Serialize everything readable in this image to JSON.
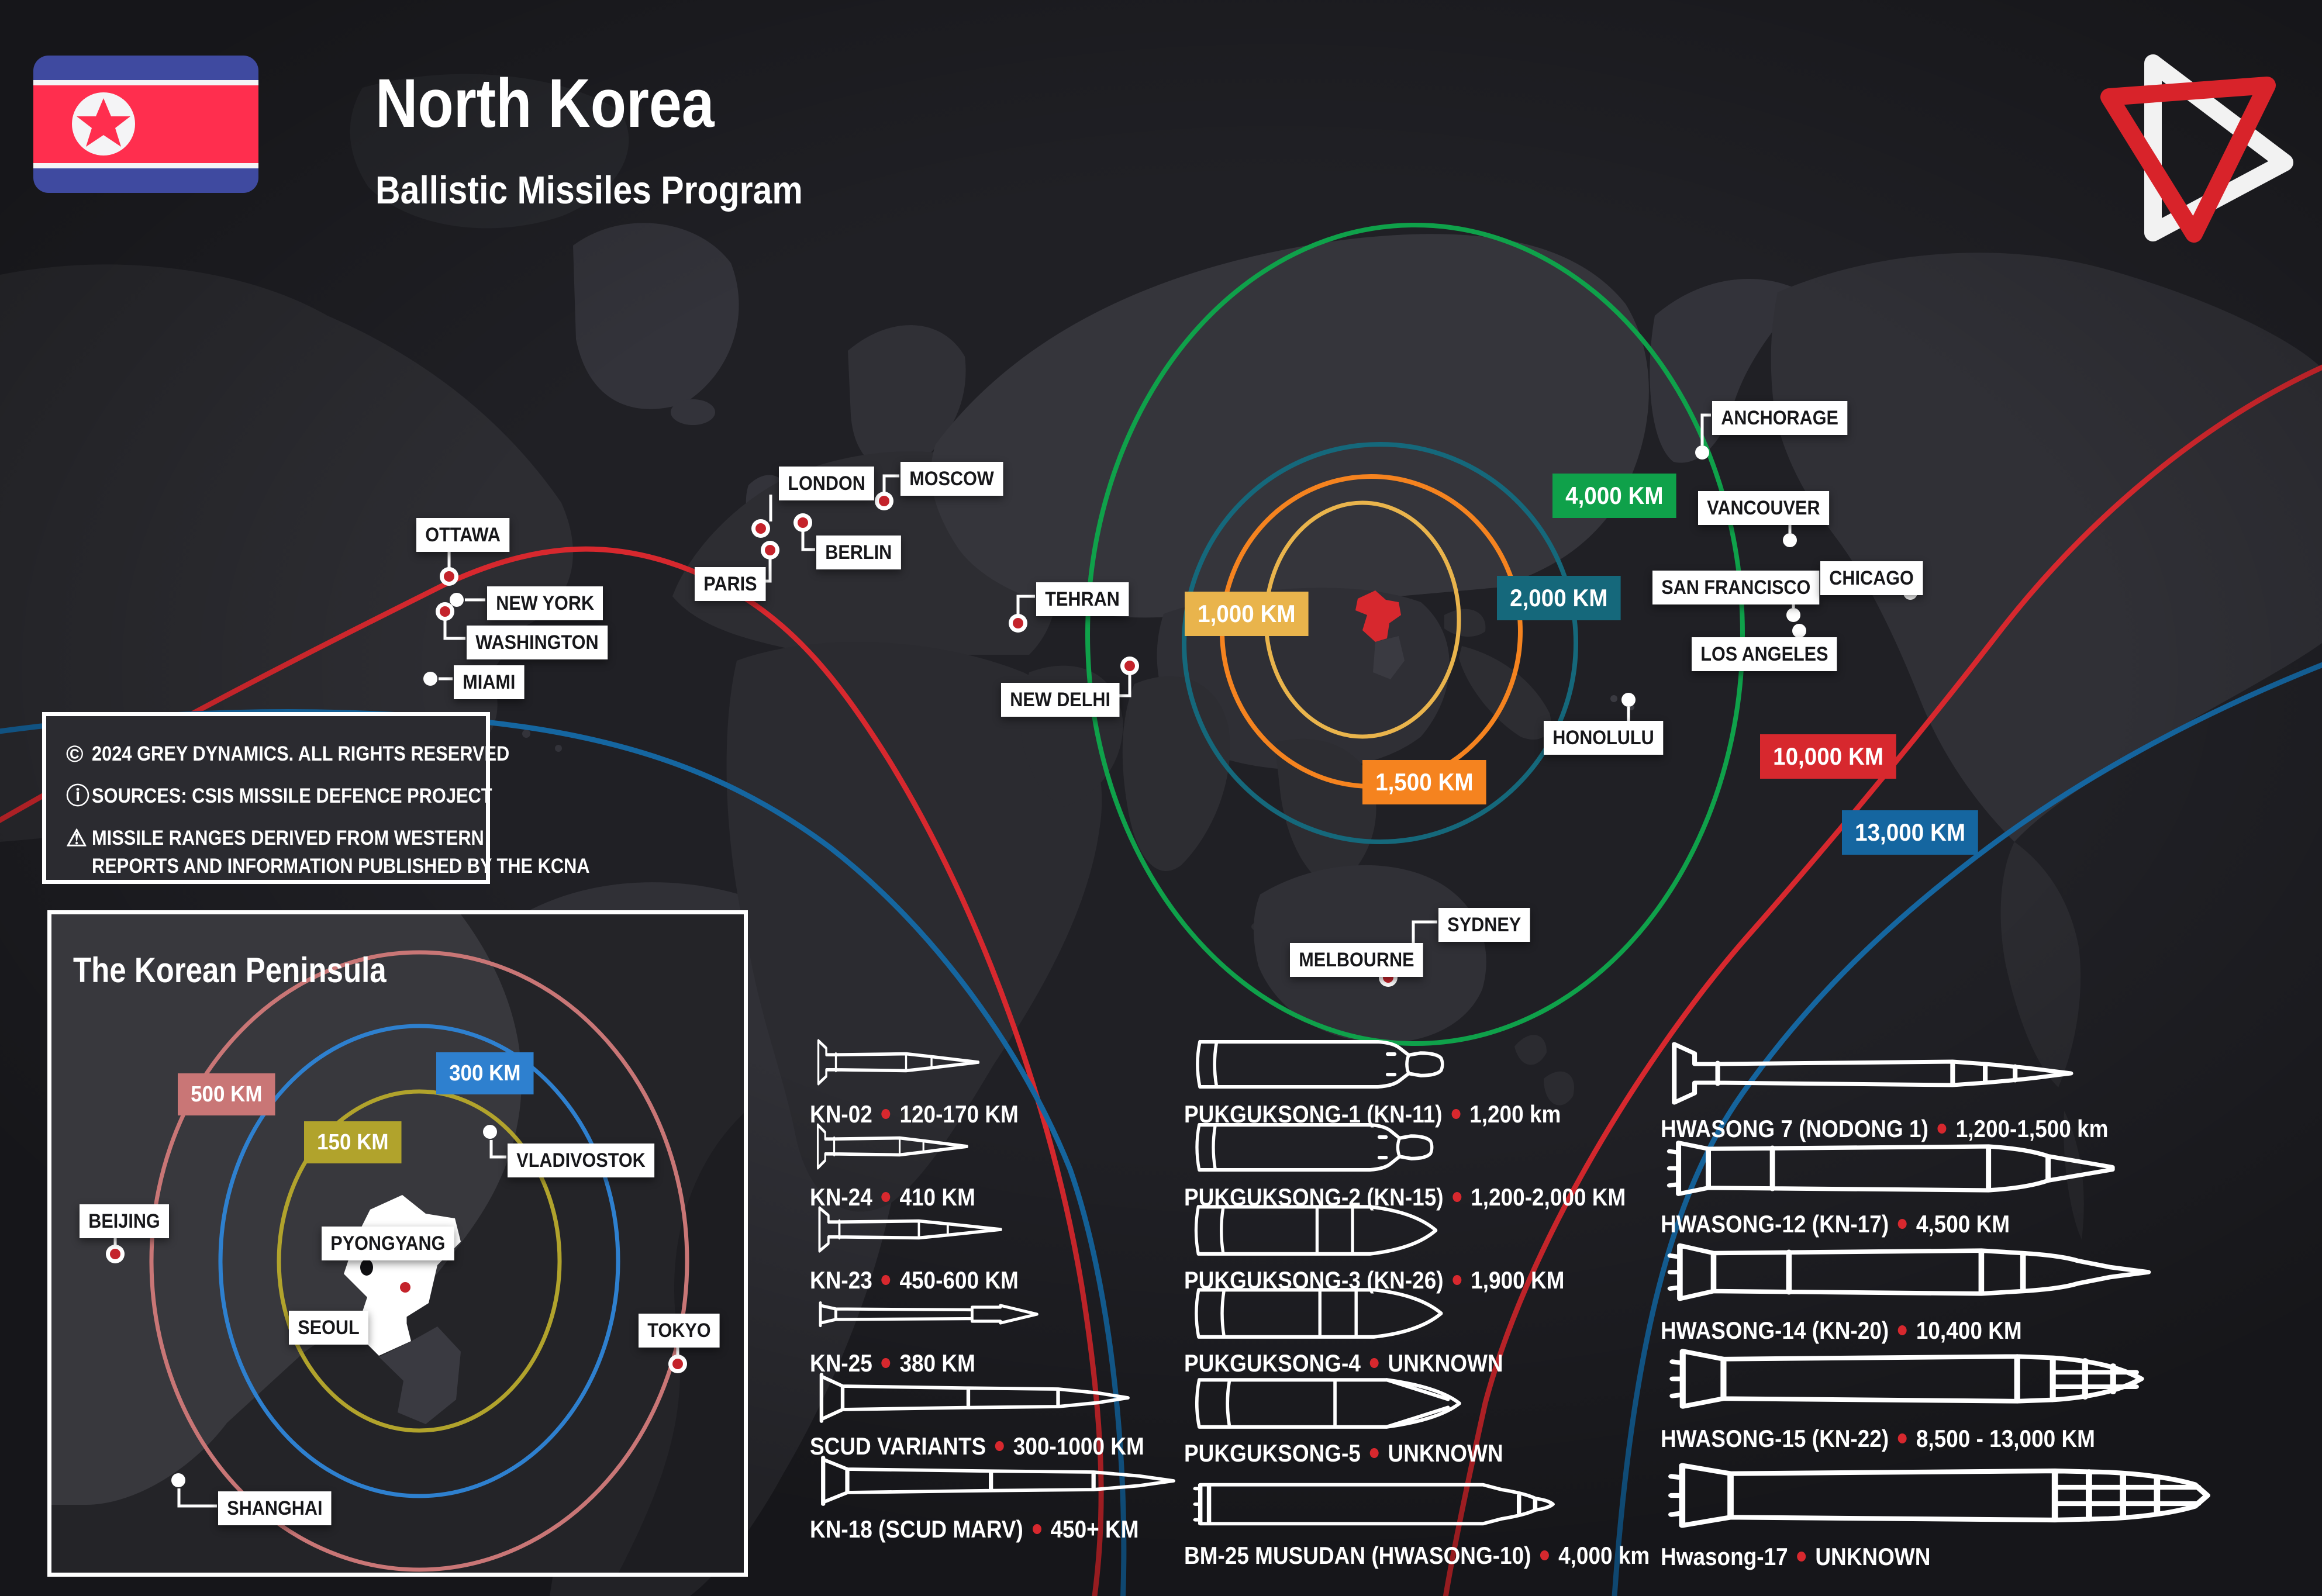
{
  "header": {
    "title": "North Korea",
    "subtitle": "Ballistic Missiles Program"
  },
  "attribution": {
    "copyright": "2024 GREY DYNAMICS. ALL RIGHTS RESERVED",
    "sources": "SOURCES: CSIS MISSILE DEFENCE PROJECT",
    "disclaimer_line1": "MISSILE RANGES DERIVED FROM WESTERN",
    "disclaimer_line2": "REPORTS AND INFORMATION PUBLISHED BY THE KCNA"
  },
  "map": {
    "cities": [
      {
        "label": "OTTAWA"
      },
      {
        "label": "NEW YORK"
      },
      {
        "label": "WASHINGTON"
      },
      {
        "label": "MIAMI"
      },
      {
        "label": "LONDON"
      },
      {
        "label": "MOSCOW"
      },
      {
        "label": "BERLIN"
      },
      {
        "label": "PARIS"
      },
      {
        "label": "TEHRAN"
      },
      {
        "label": "NEW DELHI"
      },
      {
        "label": "ANCHORAGE"
      },
      {
        "label": "VANCOUVER"
      },
      {
        "label": "SAN FRANCISCO"
      },
      {
        "label": "CHICAGO"
      },
      {
        "label": "LOS ANGELES"
      },
      {
        "label": "HONOLULU"
      },
      {
        "label": "SYDNEY"
      },
      {
        "label": "MELBOURNE"
      }
    ],
    "range_badges": [
      {
        "label": "1,000 KM",
        "color": "#E9B44C"
      },
      {
        "label": "1,500 KM",
        "color": "#F5831F"
      },
      {
        "label": "2,000 KM",
        "color": "#15687B"
      },
      {
        "label": "4,000 KM",
        "color": "#0FA14A"
      },
      {
        "label": "10,000 KM",
        "color": "#D7282E"
      },
      {
        "label": "13,000 KM",
        "color": "#1566A0"
      }
    ]
  },
  "inset": {
    "title": "The Korean Peninsula",
    "range_badges": [
      {
        "label": "500 KM",
        "color": "#C97676"
      },
      {
        "label": "300 KM",
        "color": "#2E80CF"
      },
      {
        "label": "150 KM",
        "color": "#B1A32C"
      }
    ],
    "cities": [
      {
        "label": "BEIJING"
      },
      {
        "label": "VLADIVOSTOK"
      },
      {
        "label": "PYONGYANG"
      },
      {
        "label": "SEOUL"
      },
      {
        "label": "TOKYO"
      },
      {
        "label": "SHANGHAI"
      }
    ]
  },
  "missiles": {
    "col1": [
      {
        "name": "KN-02",
        "range": "120-170 KM"
      },
      {
        "name": "KN-24",
        "range": "410 KM"
      },
      {
        "name": "KN-23",
        "range": "450-600 KM"
      },
      {
        "name": "KN-25",
        "range": "380 KM"
      },
      {
        "name": "SCUD VARIANTS",
        "range": "300-1000 KM"
      },
      {
        "name": "KN-18 (SCUD MARV)",
        "range": "450+ KM"
      }
    ],
    "col2": [
      {
        "name": "PUKGUKSONG-1 (KN-11)",
        "range": "1,200 km"
      },
      {
        "name": "PUKGUKSONG-2 (KN-15)",
        "range": "1,200-2,000 KM"
      },
      {
        "name": "PUKGUKSONG-3 (KN-26)",
        "range": "1,900 KM"
      },
      {
        "name": "PUKGUKSONG-4",
        "range": "UNKNOWN"
      },
      {
        "name": "PUKGUKSONG-5",
        "range": "UNKNOWN"
      },
      {
        "name": "BM-25 MUSUDAN (HWASONG-10)",
        "range": "4,000 km"
      }
    ],
    "col3": [
      {
        "name": "HWASONG 7 (NODONG 1)",
        "range": "1,200-1,500 km"
      },
      {
        "name": "HWASONG-12 (KN-17)",
        "range": "4,500 KM"
      },
      {
        "name": "HWASONG-14 (KN-20)",
        "range": "10,400 KM"
      },
      {
        "name": "HWASONG-15 (KN-22)",
        "range": "8,500 - 13,000 KM"
      },
      {
        "name": "Hwasong-17",
        "range": "UNKNOWN"
      }
    ]
  },
  "colors": {
    "background": "#202025",
    "land": "#2D2D32",
    "land_highlight": "#35353B",
    "north_korea_red": "#D7282E",
    "arc_10000km": "#D7282E",
    "arc_13000km": "#1566A0",
    "label_bg": "#FFFFFF",
    "label_text": "#17171A"
  }
}
